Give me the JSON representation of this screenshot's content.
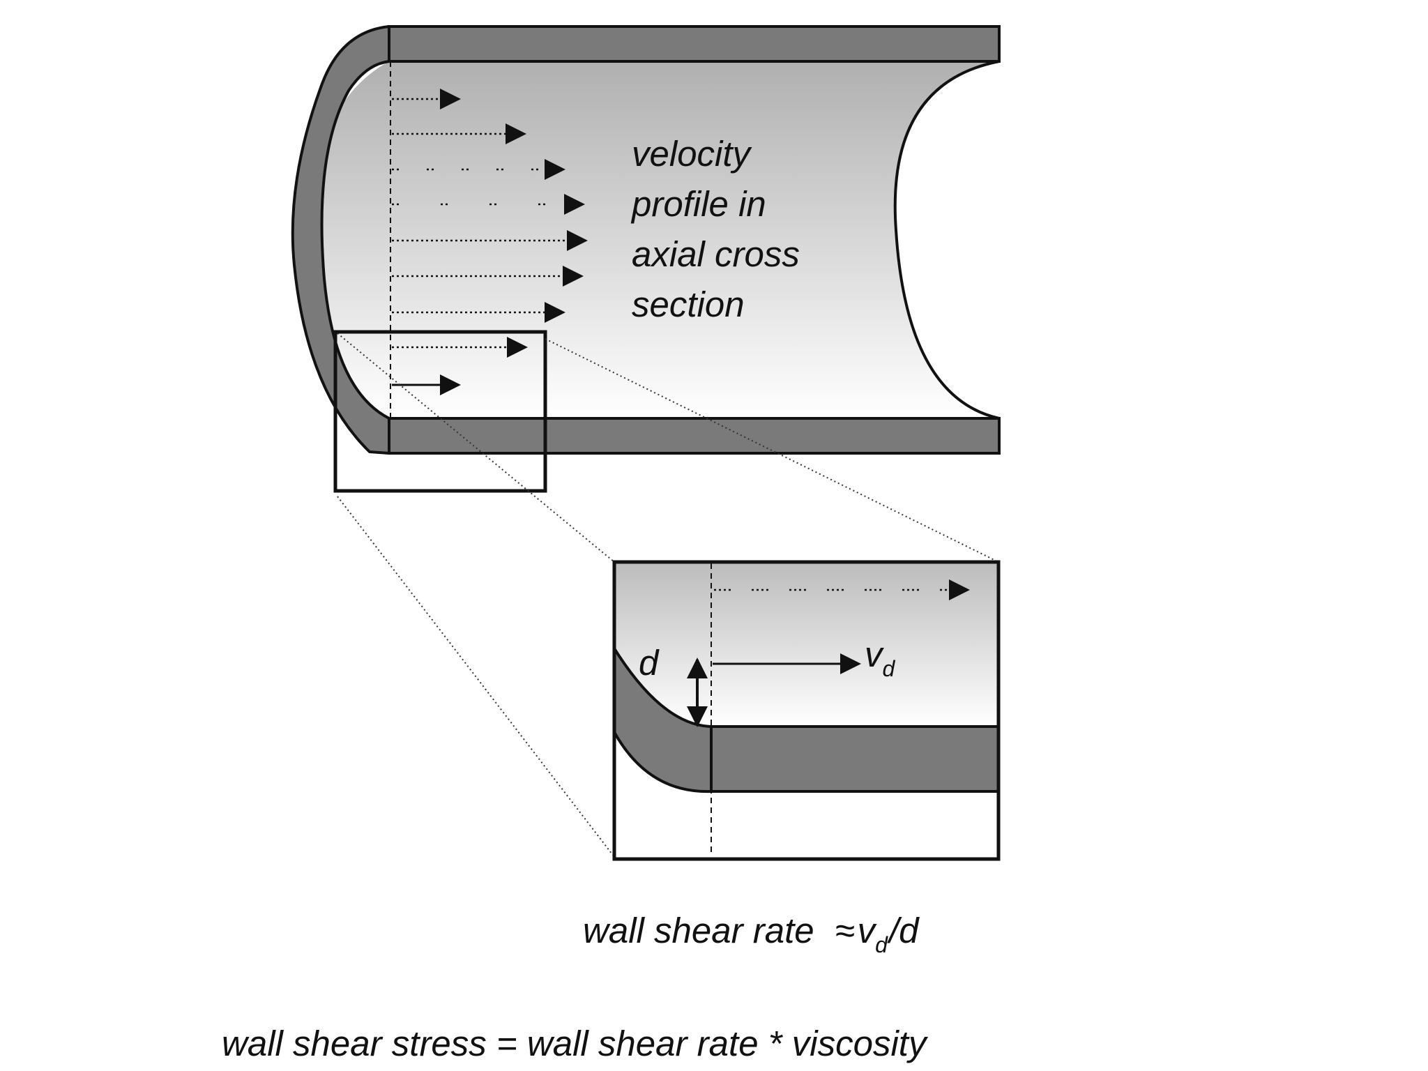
{
  "pipe_label": {
    "line1": "velocity",
    "line2": "profile in",
    "line3": "axial cross",
    "line4": "section"
  },
  "zoom_labels": {
    "distance": "d",
    "velocity_symbol": "v",
    "velocity_subscript": "d"
  },
  "formulas": {
    "shear_rate_prefix": "wall shear rate",
    "approx_symbol": "≈",
    "v_symbol": "v",
    "v_subscript": "d",
    "divide_d": "/d",
    "shear_stress": "wall shear stress = wall shear rate * viscosity"
  },
  "colors": {
    "wall": "#7a7a7a",
    "outline": "#111111",
    "lumen_dark": "#b4b4b4",
    "lumen_light": "#ffffff"
  }
}
